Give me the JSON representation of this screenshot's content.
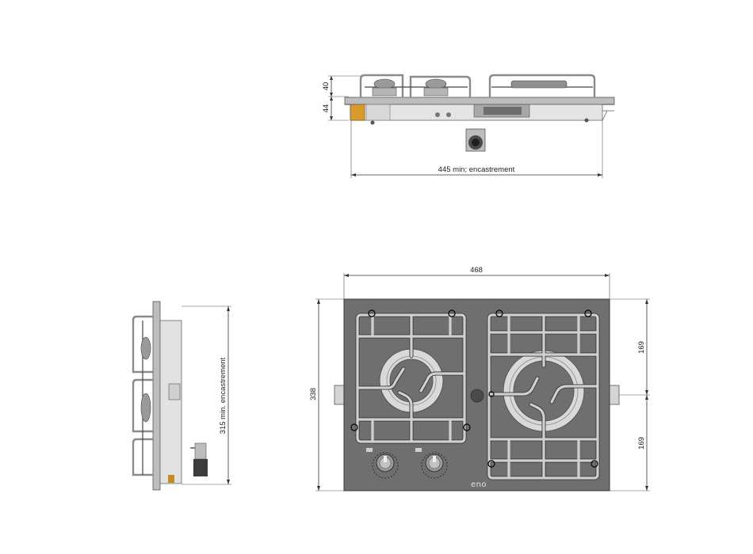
{
  "dimensions": {
    "top_height_upper": "40",
    "top_height_lower": "44",
    "top_width_cutout": "445 min; encastrement",
    "front_width": "468",
    "front_height": "338",
    "front_half_top": "169",
    "front_half_bottom": "169",
    "side_cutout": "315 min. encastrement"
  },
  "brand_label": "eno",
  "colors": {
    "hob_glass": "#6f6f6f",
    "grate": "#d0d0d0",
    "burner_ring": "#d9d9d9",
    "line": "#333333"
  }
}
